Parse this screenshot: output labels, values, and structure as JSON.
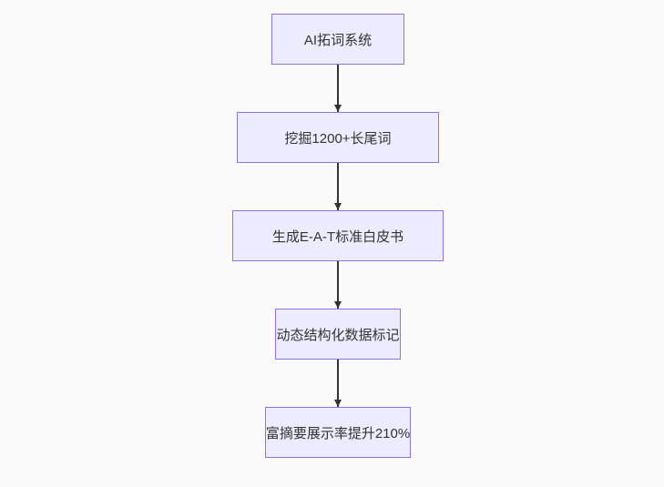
{
  "diagram": {
    "type": "flowchart",
    "direction": "top-down",
    "nodes": [
      {
        "id": "n1",
        "label": "AI拓词系统"
      },
      {
        "id": "n2",
        "label": "挖掘1200+长尾词"
      },
      {
        "id": "n3",
        "label": "生成E-A-T标准白皮书"
      },
      {
        "id": "n4",
        "label": "动态结构化数据标记"
      },
      {
        "id": "n5",
        "label": "富摘要展示率提升210%"
      }
    ],
    "edges": [
      {
        "from": "n1",
        "to": "n2",
        "style": "arrow-down"
      },
      {
        "from": "n2",
        "to": "n3",
        "style": "arrow-down"
      },
      {
        "from": "n3",
        "to": "n4",
        "style": "arrow-down"
      },
      {
        "from": "n4",
        "to": "n5",
        "style": "arrow-down"
      }
    ],
    "colors": {
      "node_fill": "#ECECFF",
      "node_border": "#9370DB",
      "node_text": "#333333",
      "arrow": "#333333",
      "background": "#fafafa"
    }
  }
}
